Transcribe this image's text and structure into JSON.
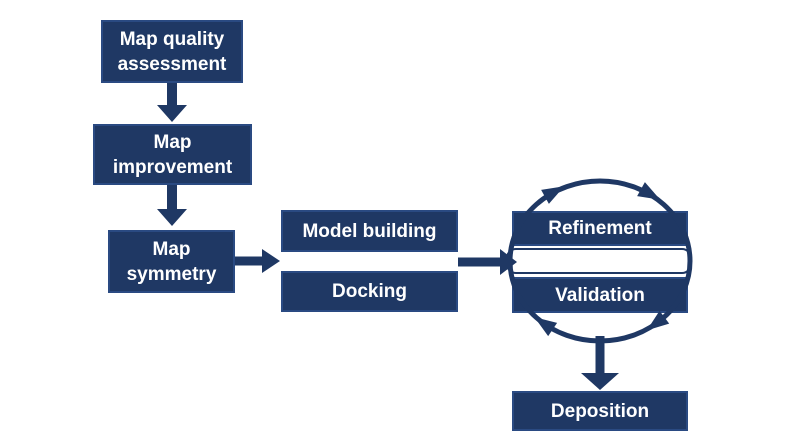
{
  "colors": {
    "node_fill": "#1F3864",
    "node_border": "#2A4A82",
    "node_text": "#FFFFFF",
    "arrow": "#1F3864",
    "background": "#FFFFFF"
  },
  "flowchart": {
    "nodes": [
      {
        "id": "map-quality-assessment",
        "lines": [
          "Map quality",
          "assessment"
        ]
      },
      {
        "id": "map-improvement",
        "lines": [
          "Map",
          "improvement"
        ]
      },
      {
        "id": "map-symmetry",
        "lines": [
          "Map",
          "symmetry"
        ]
      },
      {
        "id": "model-building",
        "lines": [
          "Model building"
        ]
      },
      {
        "id": "docking",
        "lines": [
          "Docking"
        ]
      },
      {
        "id": "refinement",
        "lines": [
          "Refinement"
        ]
      },
      {
        "id": "validation",
        "lines": [
          "Validation"
        ]
      },
      {
        "id": "deposition",
        "lines": [
          "Deposition"
        ]
      }
    ],
    "edges": [
      "map-quality-assessment -> map-improvement",
      "map-improvement -> map-symmetry",
      "map-symmetry -> model-building/docking",
      "model-building/docking -> refinement/validation",
      "refinement <-> validation (clockwise cycle arrows)",
      "refinement/validation -> deposition"
    ]
  }
}
